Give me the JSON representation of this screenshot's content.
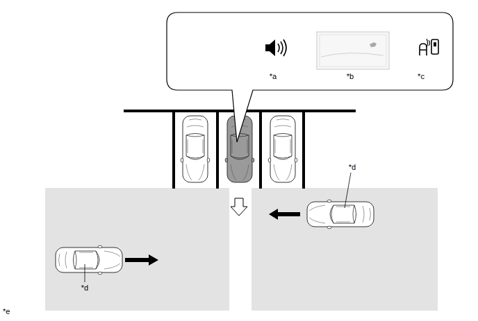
{
  "diagram": {
    "labels": [
      "*a",
      "*b",
      "*c",
      "*d",
      "*d",
      "*e"
    ]
  }
}
